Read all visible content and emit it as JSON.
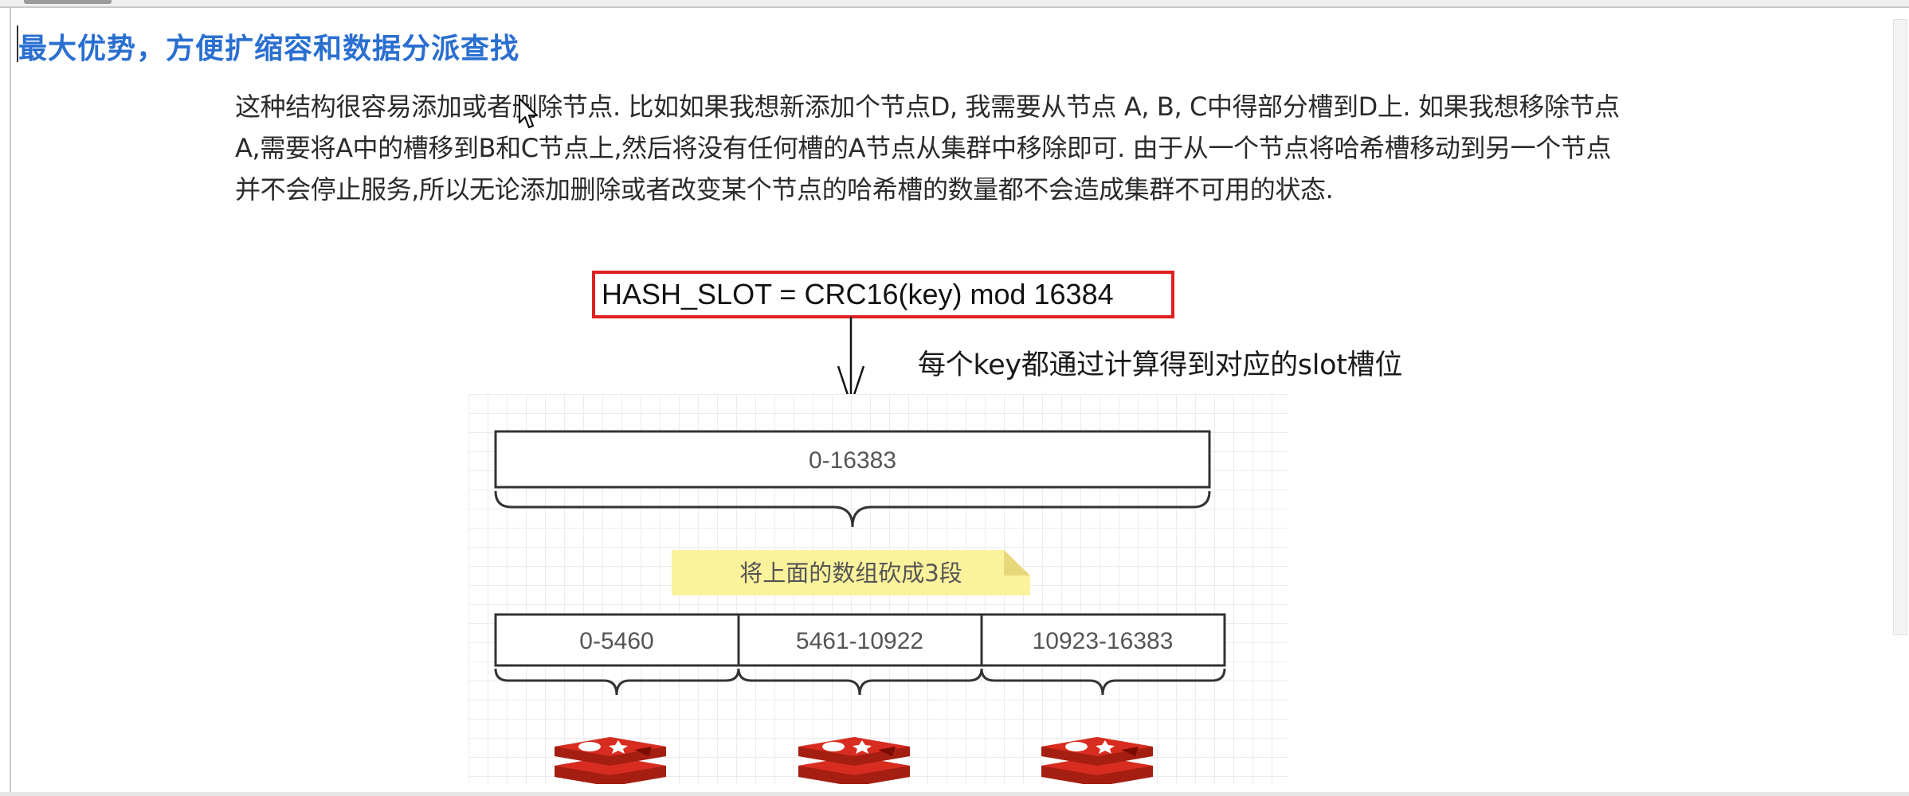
{
  "document": {
    "heading": "最大优势，方便扩缩容和数据分派查找",
    "paragraph_lines": [
      "这种结构很容易添加或者删除节点. 比如如果我想新添加个节点D, 我需要从节点 A, B, C中得部分槽到D上. 如果我想移除节点",
      "A,需要将A中的槽移到B和C节点上,然后将没有任何槽的A节点从集群中移除即可. 由于从一个节点将哈希槽移动到另一个节点",
      "并不会停止服务,所以无论添加删除或者改变某个节点的哈希槽的数量都不会造成集群不可用的状态."
    ]
  },
  "figure": {
    "formula": "HASH_SLOT = CRC16(key) mod 16384",
    "caption": "每个key都通过计算得到对应的slot槽位",
    "full_range": "0-16383",
    "note": "将上面的数组砍成3段",
    "segments": [
      "0-5460",
      "5461-10922",
      "10923-16383"
    ],
    "node_icon": "redis-logo-icon"
  },
  "colors": {
    "heading": "#2a6fd0",
    "formula_border": "#e02020",
    "note_bg": "#fbf29c",
    "redis_red": "#d82c20"
  }
}
